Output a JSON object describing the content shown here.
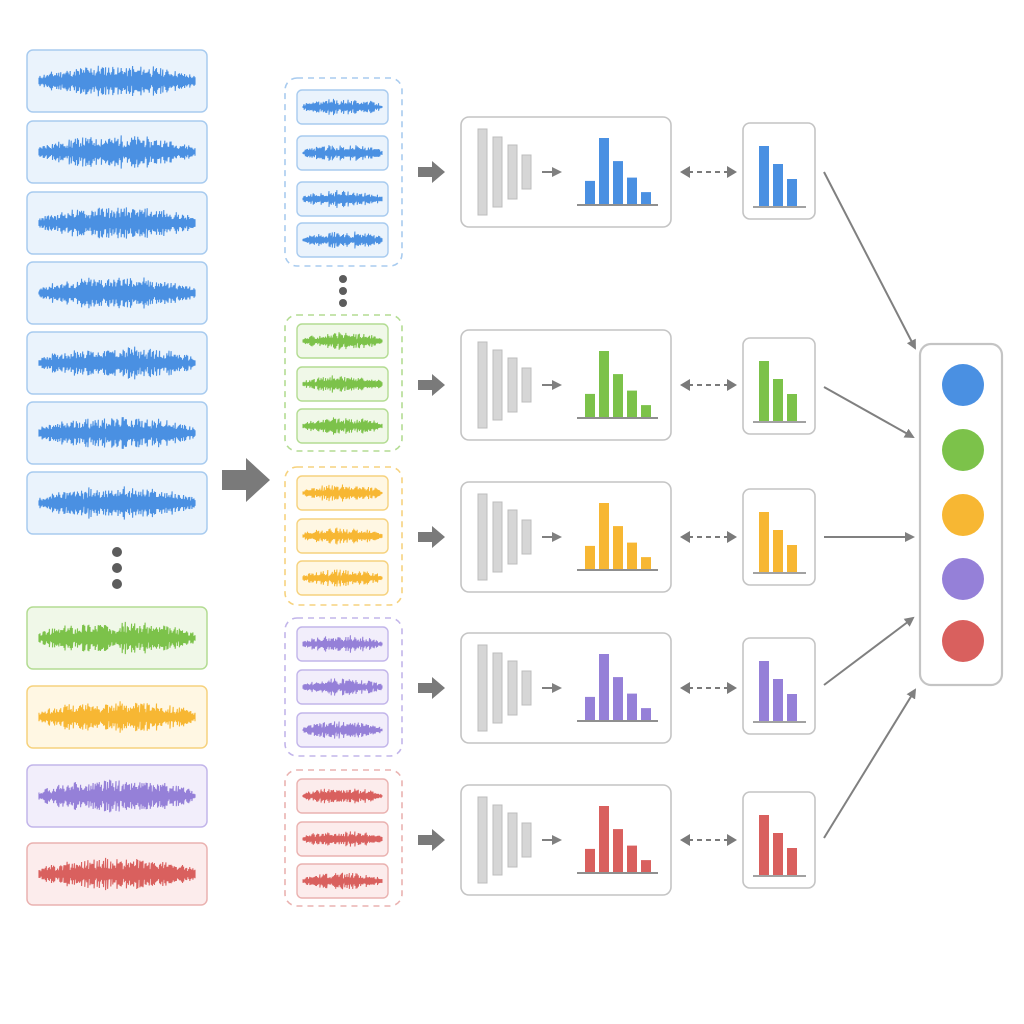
{
  "colors": {
    "blue": {
      "stroke": "#4a90e2",
      "fill": "#eaf3fc",
      "box": "#a8cbef"
    },
    "green": {
      "stroke": "#7cc24a",
      "fill": "#f0f8e8",
      "box": "#b3dc92"
    },
    "yellow": {
      "stroke": "#f7b733",
      "fill": "#fff7e3",
      "box": "#f6d27e"
    },
    "purple": {
      "stroke": "#9580d8",
      "fill": "#f2eefb",
      "box": "#c2b5ea"
    },
    "red": {
      "stroke": "#d9605e",
      "fill": "#fcecec",
      "box": "#eab2b0"
    },
    "gray": "#8a8a8a",
    "frame": "#c4c4c4"
  },
  "input_signals": {
    "blue_count": 7,
    "other_classes": [
      "green",
      "yellow",
      "purple",
      "red"
    ],
    "ellipsis": "vertical-dots"
  },
  "segment_groups": [
    {
      "class": "blue",
      "segments": 4,
      "ellipsis_after": true
    },
    {
      "class": "green",
      "segments": 3,
      "ellipsis_after": false
    },
    {
      "class": "yellow",
      "segments": 3,
      "ellipsis_after": false
    },
    {
      "class": "purple",
      "segments": 3,
      "ellipsis_after": false
    },
    {
      "class": "red",
      "segments": 3,
      "ellipsis_after": false
    }
  ],
  "encoder_blocks": {
    "layers": 4
  },
  "histogram_levels": {
    "large": [
      0.35,
      1.0,
      0.65,
      0.4,
      0.18
    ],
    "small": [
      1.0,
      0.7,
      0.45
    ]
  },
  "output_classes": [
    "blue",
    "green",
    "yellow",
    "purple",
    "red"
  ],
  "connector_icons": [
    "arrow-right-icon",
    "double-arrow-dashed-icon"
  ]
}
